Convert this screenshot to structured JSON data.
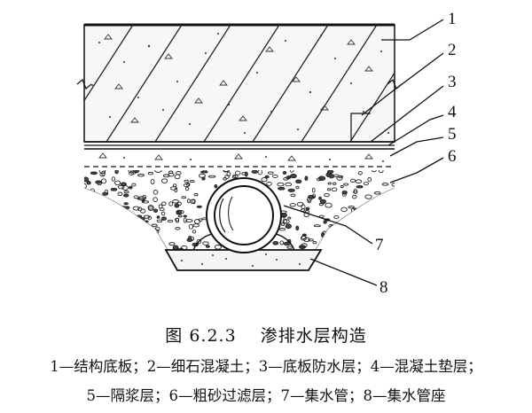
{
  "figure": {
    "caption_title": "图 6.2.3　 渗排水层构造",
    "legend_line1": "1—结构底板；2—细石混凝土；3—底板防水层；4—混凝土垫层；",
    "legend_line2": "5—隔浆层；6—粗砂过滤层；7—集水管；8—集水管座",
    "callouts": [
      {
        "id": "1",
        "label": "1"
      },
      {
        "id": "2",
        "label": "2"
      },
      {
        "id": "3",
        "label": "3"
      },
      {
        "id": "4",
        "label": "4"
      },
      {
        "id": "5",
        "label": "5"
      },
      {
        "id": "6",
        "label": "6"
      },
      {
        "id": "7",
        "label": "7"
      },
      {
        "id": "8",
        "label": "8"
      }
    ]
  }
}
